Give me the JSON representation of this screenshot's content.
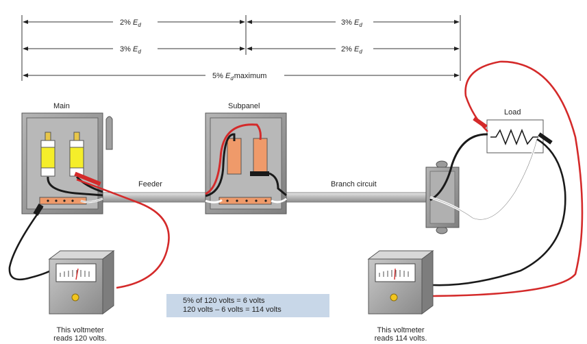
{
  "dimensions": {
    "row1_left": "2%",
    "row1_right": "3%",
    "row2_left": "3%",
    "row2_right": "2%",
    "row3": "5%",
    "E": "E",
    "d": "d",
    "maximum": "maximum"
  },
  "labels": {
    "main": "Main",
    "subpanel": "Subpanel",
    "load": "Load",
    "feeder": "Feeder",
    "branch_circuit": "Branch circuit"
  },
  "note": {
    "line1": "5% of 120 volts = 6 volts",
    "line2": "120 volts – 6 volts = 114 volts"
  },
  "voltmeters": {
    "left_line1": "This voltmeter",
    "left_line2": "reads 120 volts.",
    "right_line1": "This voltmeter",
    "right_line2": "reads 114 volts."
  },
  "colors": {
    "red_wire": "#d42a2a",
    "black_wire": "#1a1a1a",
    "fuse_yellow": "#f5ee2a",
    "terminal_orange": "#ef9a6a",
    "box_gray": "#9a9a9a",
    "note_bg": "#c8d7e8"
  }
}
